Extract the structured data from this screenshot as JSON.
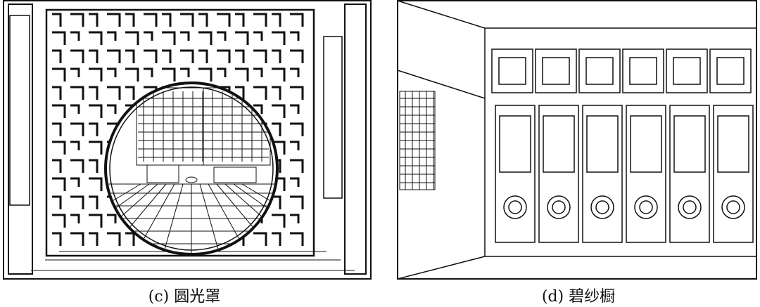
{
  "figures": [
    {
      "id": "c",
      "caption": "(c) 圆光罩"
    },
    {
      "id": "d",
      "caption": "(d) 碧纱橱"
    }
  ],
  "colors": {
    "ink": "#111111",
    "paper": "#ffffff"
  }
}
